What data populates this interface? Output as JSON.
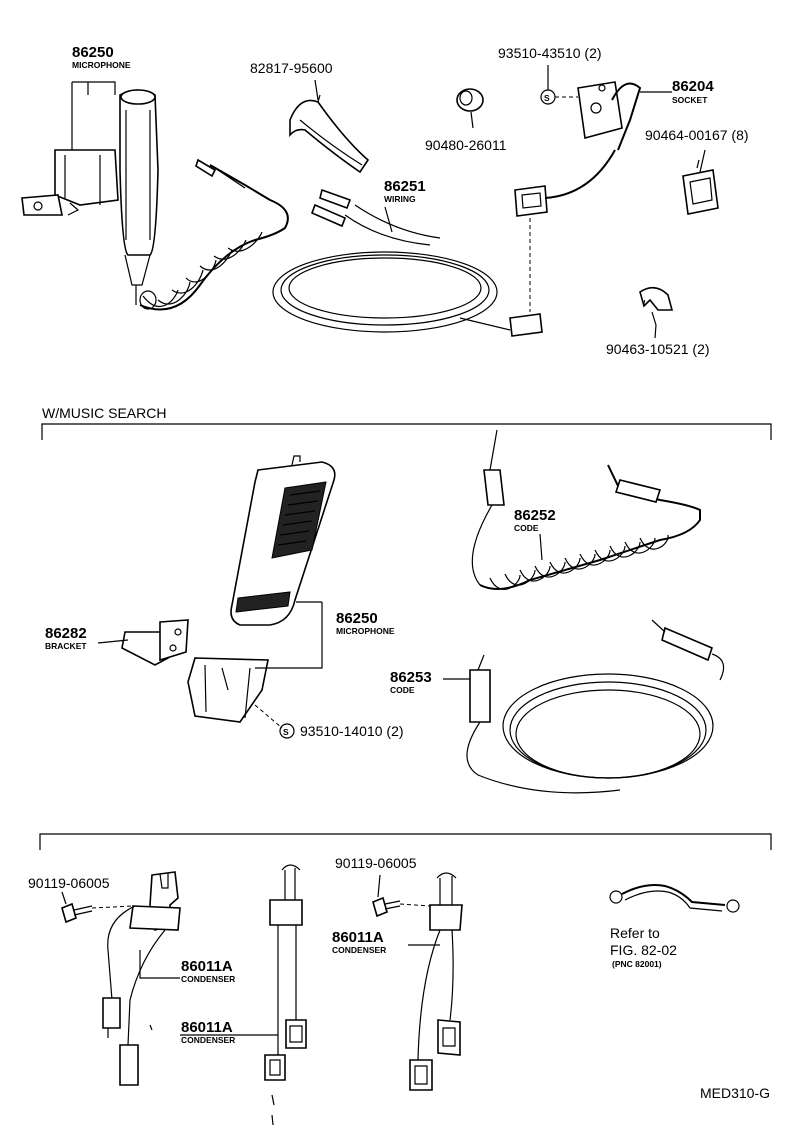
{
  "diagram": {
    "sections": {
      "music_search": "W/MUSIC SEARCH"
    },
    "top": {
      "mic_num": "86250",
      "mic_name": "MICROPHONE",
      "holder_num": "82817-95600",
      "socket_screw": "93510-43510 (2)",
      "socket_num": "86204",
      "socket_name": "SOCKET",
      "grommet_num": "90480-26011",
      "clip_num": "90464-00167 (8)",
      "wiring_num": "86251",
      "wiring_name": "WIRING",
      "clamp_num": "90463-10521 (2)"
    },
    "middle": {
      "mic_num": "86250",
      "mic_name": "MICROPHONE",
      "bracket_num": "86282",
      "bracket_name": "BRACKET",
      "screw_num": "93510-14010 (2)",
      "code1_num": "86252",
      "code1_name": "CODE",
      "code2_num": "86253",
      "code2_name": "CODE"
    },
    "bottom": {
      "bolt1_num": "90119-06005",
      "cond1_num": "86011A",
      "cond1_name": "CONDENSER",
      "cond2_num": "86011A",
      "cond2_name": "CONDENSER",
      "bolt2_num": "90119-06005",
      "cond3_num": "86011A",
      "cond3_name": "CONDENSER",
      "refer_line1": "Refer to",
      "refer_line2": "FIG. 82-02",
      "refer_line3": "(PNC 82001)"
    },
    "footer_code": "MED310-G",
    "symbol_s": "S"
  }
}
